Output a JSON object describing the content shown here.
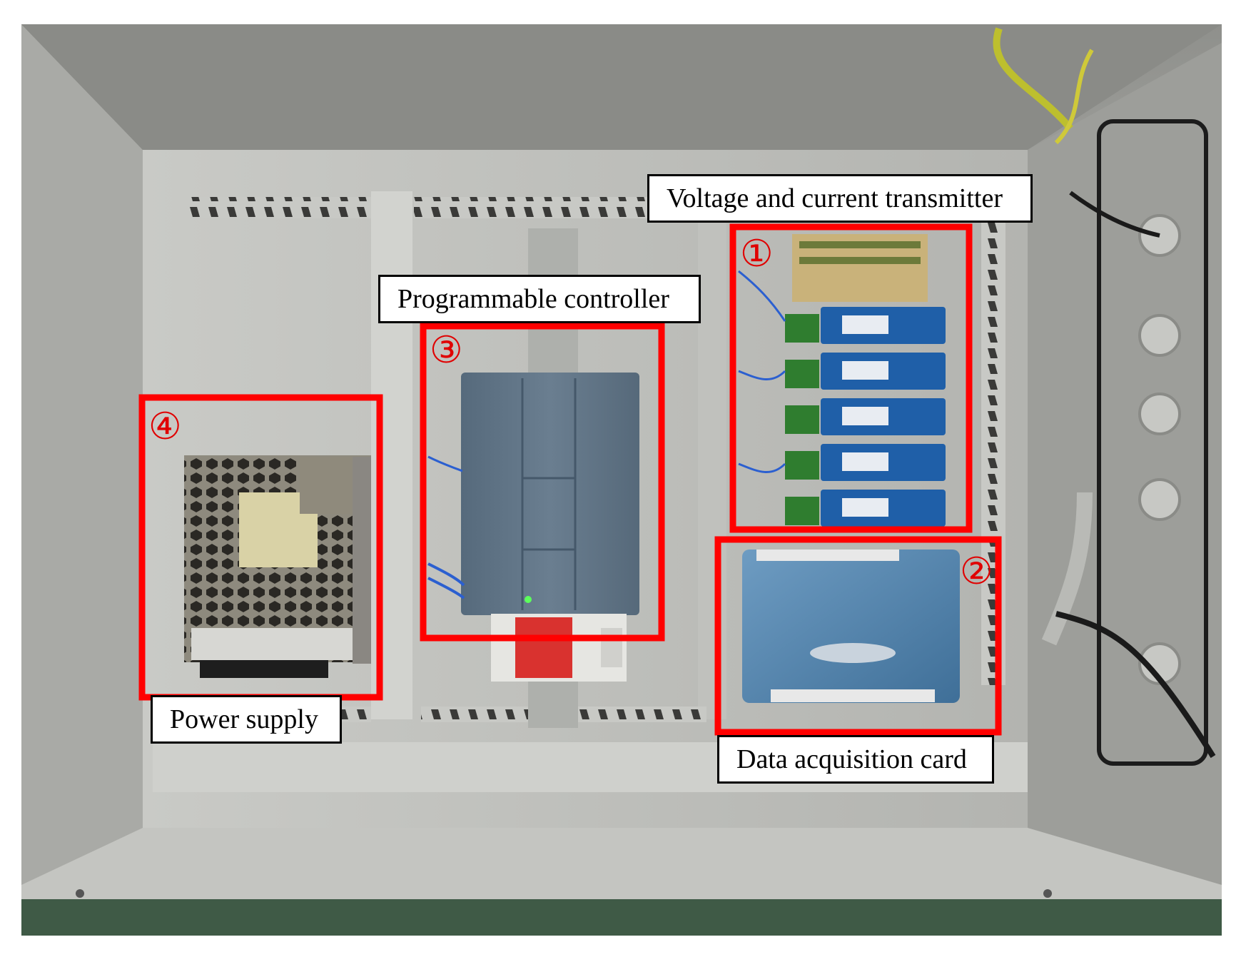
{
  "figure": {
    "components": [
      {
        "id": "transmitter",
        "number": "①",
        "label": "Voltage and current transmitter"
      },
      {
        "id": "daq",
        "number": "②",
        "label": "Data acquisition card"
      },
      {
        "id": "plc",
        "number": "③",
        "label": "Programmable controller"
      },
      {
        "id": "power",
        "number": "④",
        "label": "Power supply"
      }
    ],
    "colors": {
      "highlight": "#ff0000",
      "cabinet": "#b8b8b4",
      "plc_body": "#5f7385",
      "transmitter_body": "#1f5fa8",
      "daq_body": "#4f7fa6"
    }
  }
}
